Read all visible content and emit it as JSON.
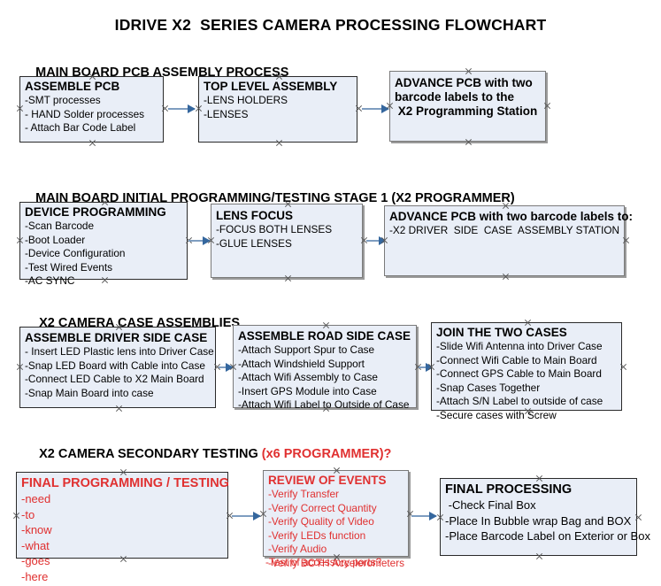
{
  "document": {
    "title": "IDRIVE X2  SERIES CAMERA PROCESSING FLOWCHART",
    "accent_red": "#e03030",
    "box_fill": "#e9eef7",
    "connector_color": "#7e9dc0"
  },
  "sections": [
    {
      "id": "main-board-pcb-assembly",
      "heading": "MAIN BOARD PCB ASSEMBLY PROCESS",
      "heading_red": "",
      "boxes": [
        {
          "id": "assemble-pcb",
          "title": "ASSEMBLE PCB",
          "lines": [
            "-SMT processes",
            "- HAND Solder processes",
            "- Attach Bar Code Label"
          ]
        },
        {
          "id": "top-level-assembly",
          "title": "TOP LEVEL ASSEMBLY",
          "lines": [
            "-LENS HOLDERS",
            "-LENSES"
          ]
        },
        {
          "id": "advance-pcb-programming-station",
          "title": "ADVANCE PCB with two",
          "lines": [
            "barcode labels to the",
            " X2 Programming Station"
          ]
        }
      ]
    },
    {
      "id": "main-board-initial-programming",
      "heading": "MAIN BOARD INITIAL PROGRAMMING/TESTING STAGE 1 (X2 PROGRAMMER)",
      "heading_red": "",
      "boxes": [
        {
          "id": "device-programming",
          "title": "DEVICE PROGRAMMING",
          "lines": [
            "-Scan Barcode",
            "-Boot Loader",
            "-Device Configuration",
            "-Test Wired Events",
            "-AC SYNC"
          ]
        },
        {
          "id": "lens-focus",
          "title": "LENS FOCUS",
          "lines": [
            "-FOCUS BOTH LENSES",
            "-GLUE LENSES"
          ]
        },
        {
          "id": "advance-pcb-driver-side-case",
          "title": "ADVANCE PCB with two barcode labels to:",
          "lines": [
            "-X2 DRIVER  SIDE  CASE  ASSEMBLY STATION"
          ]
        }
      ]
    },
    {
      "id": "x2-camera-case-assemblies",
      "heading": "X2 CAMERA CASE ASSEMBLIES",
      "heading_red": "",
      "boxes": [
        {
          "id": "assemble-driver-side-case",
          "title": "ASSEMBLE DRIVER SIDE CASE",
          "lines": [
            "- Insert LED Plastic lens into Driver Case",
            "-Snap LED Board with Cable into Case",
            "-Connect LED Cable to X2 Main Board",
            "-Snap Main Board into case"
          ]
        },
        {
          "id": "assemble-road-side-case",
          "title": "ASSEMBLE ROAD SIDE CASE",
          "lines": [
            "-Attach Support Spur to Case",
            "-Attach Windshield Support",
            "-Attach Wifi Assembly to Case",
            "-Insert GPS Module into Case",
            "-Attach Wifi Label to Outside of Case"
          ]
        },
        {
          "id": "join-the-two-cases",
          "title": "JOIN THE TWO CASES",
          "lines": [
            "-Slide Wifi Antenna into Driver Case",
            "-Connect Wifi Cable to Main Board",
            "-Connect GPS Cable to Main Board",
            "-Snap Cases Together",
            "-Attach S/N Label to outside of case",
            "-Secure cases with Screw"
          ]
        }
      ]
    },
    {
      "id": "x2-camera-secondary-testing",
      "heading": "X2 CAMERA SECONDARY TESTING ",
      "heading_red": "(x6 PROGRAMMER)?",
      "boxes": [
        {
          "id": "final-programming-testing",
          "title": "FINAL PROGRAMMING / TESTING",
          "lines": [
            "-need",
            "-to",
            "-know",
            "-what",
            "-goes",
            "-here"
          ]
        },
        {
          "id": "review-of-events",
          "title": "REVIEW OF EVENTS",
          "lines": [
            "-Verify Transfer",
            "-Verify Correct Quantity",
            "-Verify Quality of Video",
            "-Verify LEDs function",
            "-Verify Audio",
            "-Verify BOTH Accelerometers"
          ],
          "overflow_line": "-Test of accessory ports?"
        },
        {
          "id": "final-processing",
          "title": "FINAL PROCESSING",
          "lines": [
            " -Check Final Box",
            "-Place In Bubble wrap Bag and BOX",
            "-Place Barcode Label on Exterior or Box"
          ]
        }
      ]
    }
  ]
}
